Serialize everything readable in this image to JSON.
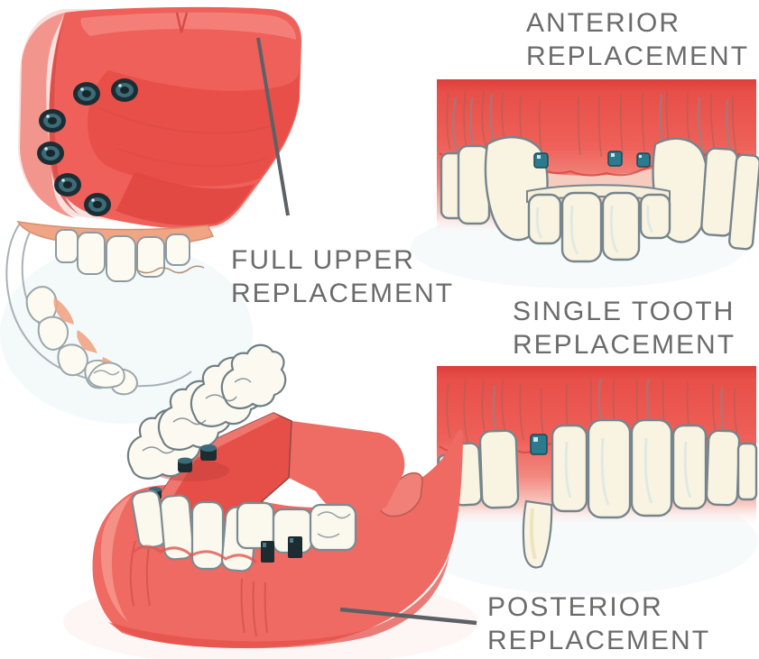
{
  "palette": {
    "background": "#ffffff",
    "gum_red": "#ee6059",
    "gum_dark_red": "#e0453f",
    "gum_salmon": "#f2a085",
    "tooth_cream": "#f9f4e2",
    "tooth_outline": "#7c8b92",
    "implant_dark": "#1c2e33",
    "implant_teal": "#2e7d91",
    "label_gray": "#6b6b6b",
    "leader_gray": "#5d6165"
  },
  "sections": {
    "full_upper": {
      "label": "FULL UPPER\nREPLACEMENT",
      "illustration": "upper-palate-with-six-implant-attachments-and-full-denture",
      "implant_count": 6
    },
    "anterior": {
      "label": "ANTERIOR\nREPLACEMENT",
      "illustration": "upper-front-gum-with-three-implants-and-four-tooth-bridge",
      "implant_count": 3
    },
    "single_tooth": {
      "label": "SINGLE TOOTH\nREPLACEMENT",
      "illustration": "upper-teeth-with-one-implant-and-single-crown",
      "implant_count": 1
    },
    "posterior": {
      "label": "POSTERIOR\nREPLACEMENT",
      "illustration": "lower-jaw-with-five-implants-and-partial-bridges",
      "implant_count": 5
    }
  }
}
